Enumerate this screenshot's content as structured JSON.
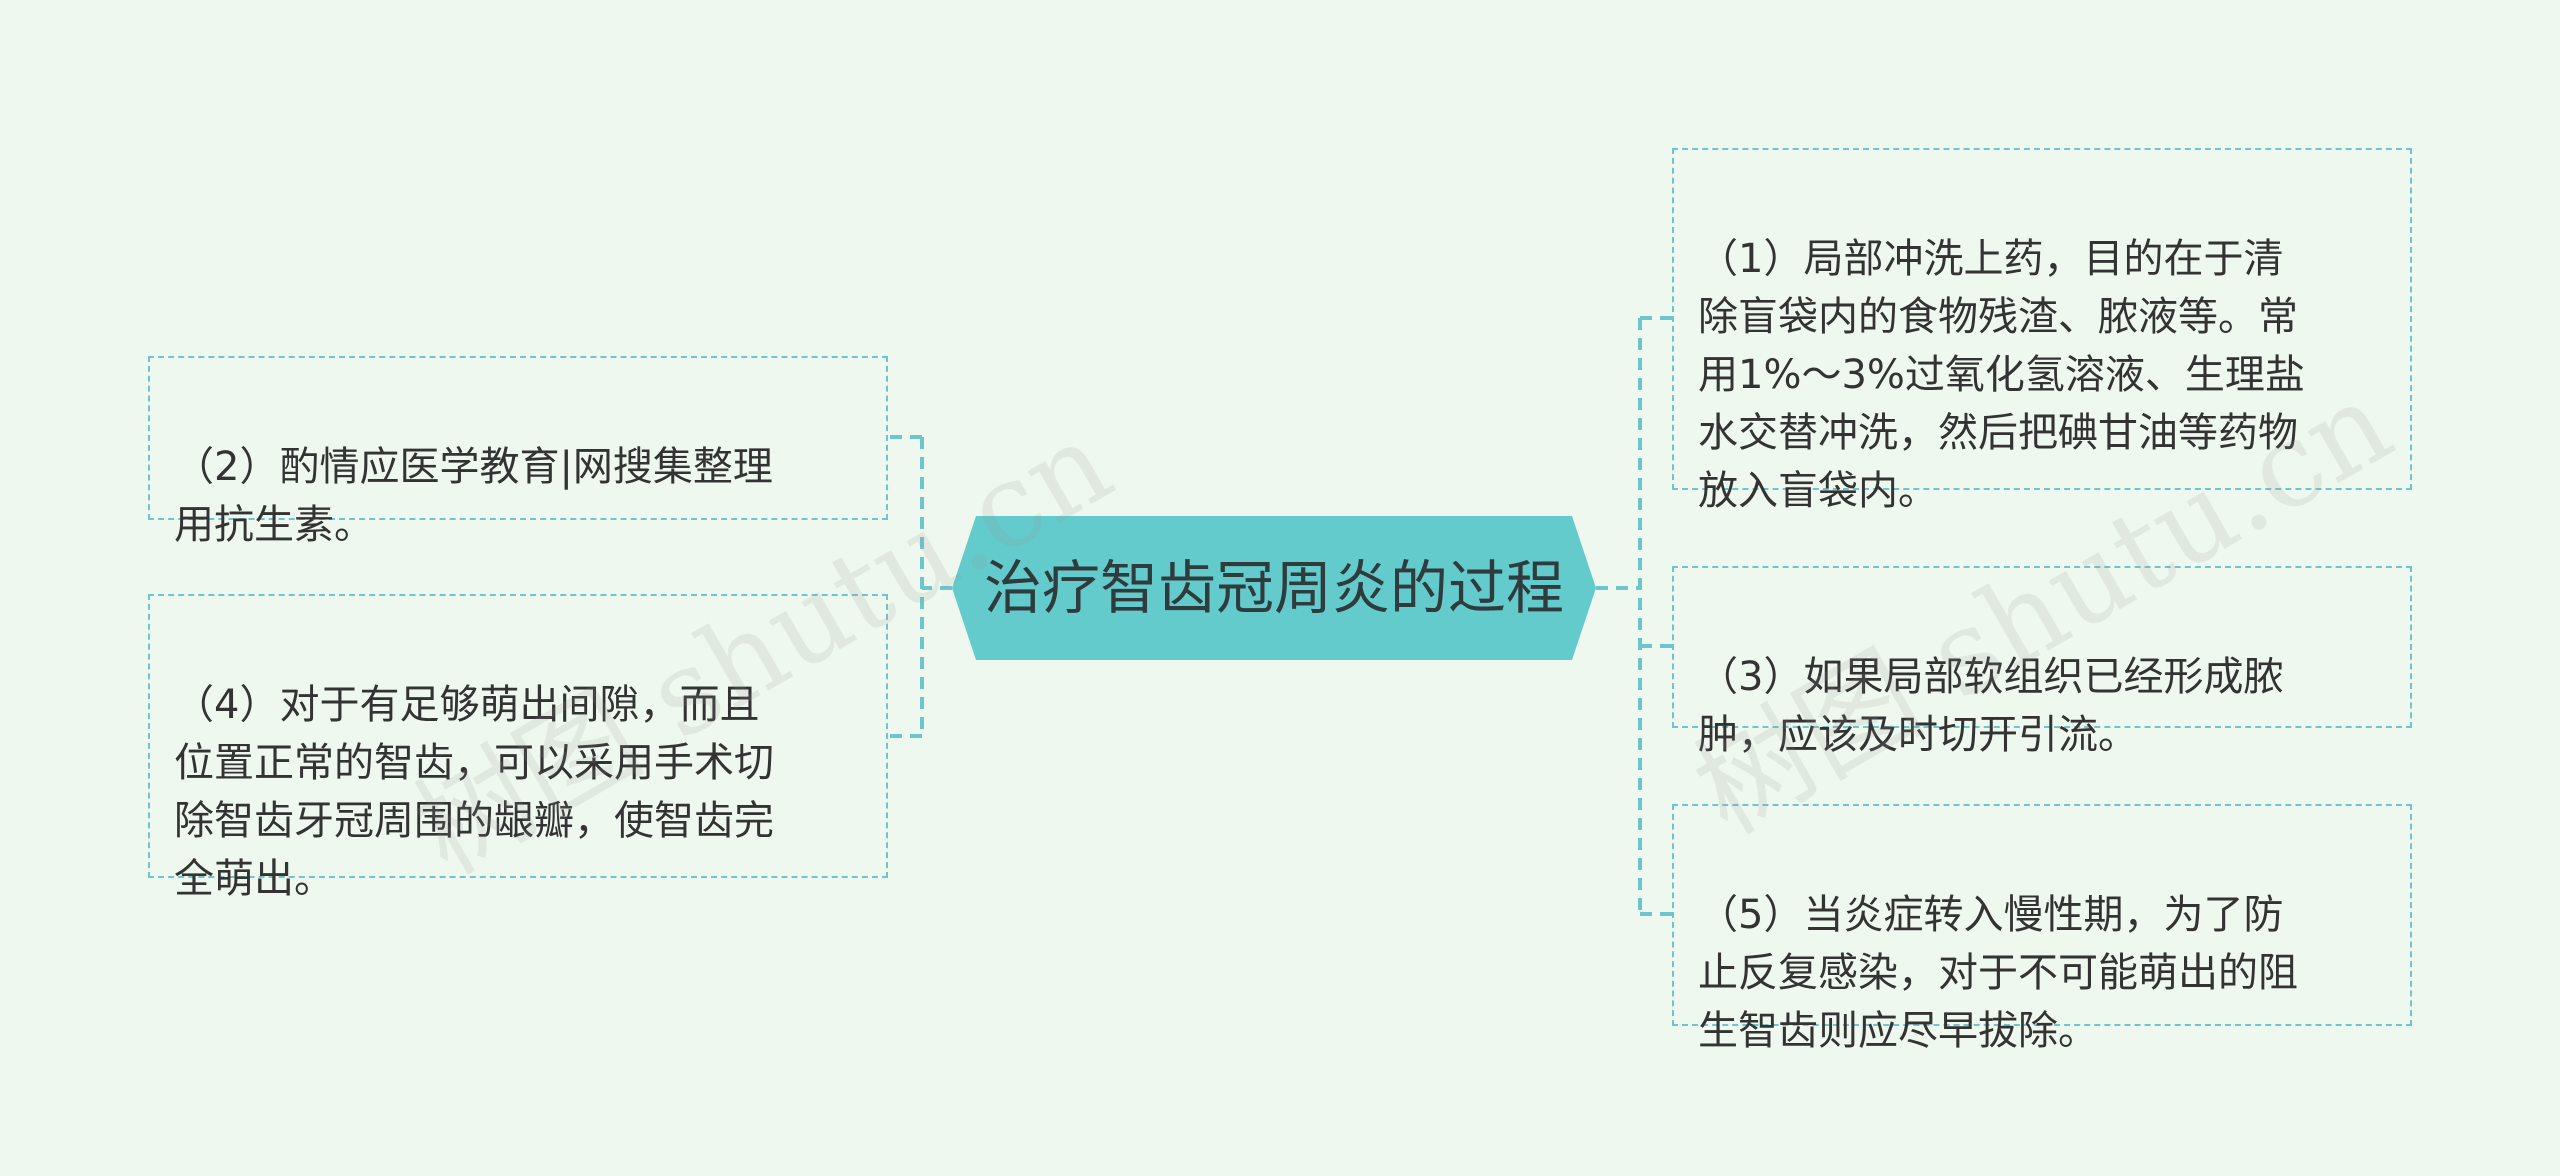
{
  "root": {
    "title": "治疗智齿冠周炎的过程"
  },
  "left_nodes": [
    {
      "text": "（2）酌情应医学教育|网搜集整理\n用抗生素。"
    },
    {
      "text": "（4）对于有足够萌出间隙，而且\n位置正常的智齿，可以采用手术切\n除智齿牙冠周围的龈瓣，使智齿完\n全萌出。"
    }
  ],
  "right_nodes": [
    {
      "text": "（1）局部冲洗上药，目的在于清\n除盲袋内的食物残渣、脓液等。常\n用1%～3%过氧化氢溶液、生理盐\n水交替冲洗，然后把碘甘油等药物\n放入盲袋内。"
    },
    {
      "text": "（3）如果局部软组织已经形成脓\n肿，应该及时切开引流。"
    },
    {
      "text": "（5）当炎症转入慢性期，为了防\n止反复感染，对于不可能萌出的阻\n生智齿则应尽早拔除。"
    }
  ],
  "watermarks": [
    {
      "text": "树图 shutu.cn"
    },
    {
      "text": "树图 shutu.cn"
    }
  ],
  "colors": {
    "background": "#eff8ef",
    "root_fill": "#63cbcc",
    "connector": "#6cc6cd",
    "node_border": "#6cc6cd",
    "text": "#333333"
  }
}
